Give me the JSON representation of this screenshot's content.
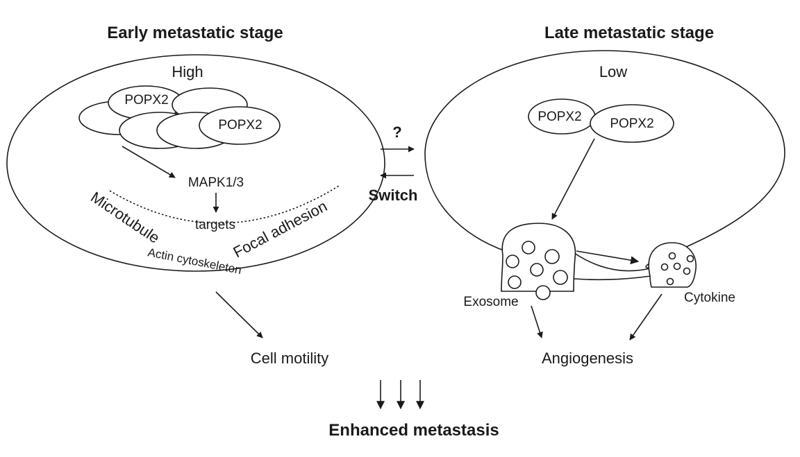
{
  "early": {
    "title": "Early metastatic stage",
    "level": "High",
    "popx_a": "POPX2",
    "popx_b": "POPX2",
    "mapk": "MAPK1/3",
    "targets": "targets",
    "microtubule": "Microtubule",
    "focal_adhesion": "Focal adhesion",
    "actin": "Actin cytoskeleton",
    "outcome": "Cell motility"
  },
  "late": {
    "title": "Late metastatic stage",
    "level": "Low",
    "popx_a": "POPX2",
    "popx_b": "POPX2",
    "exosome": "Exosome",
    "cytokine": "Cytokine",
    "outcome": "Angiogenesis"
  },
  "middle": {
    "question": "?",
    "switch": "Switch"
  },
  "result": "Enhanced metastasis"
}
